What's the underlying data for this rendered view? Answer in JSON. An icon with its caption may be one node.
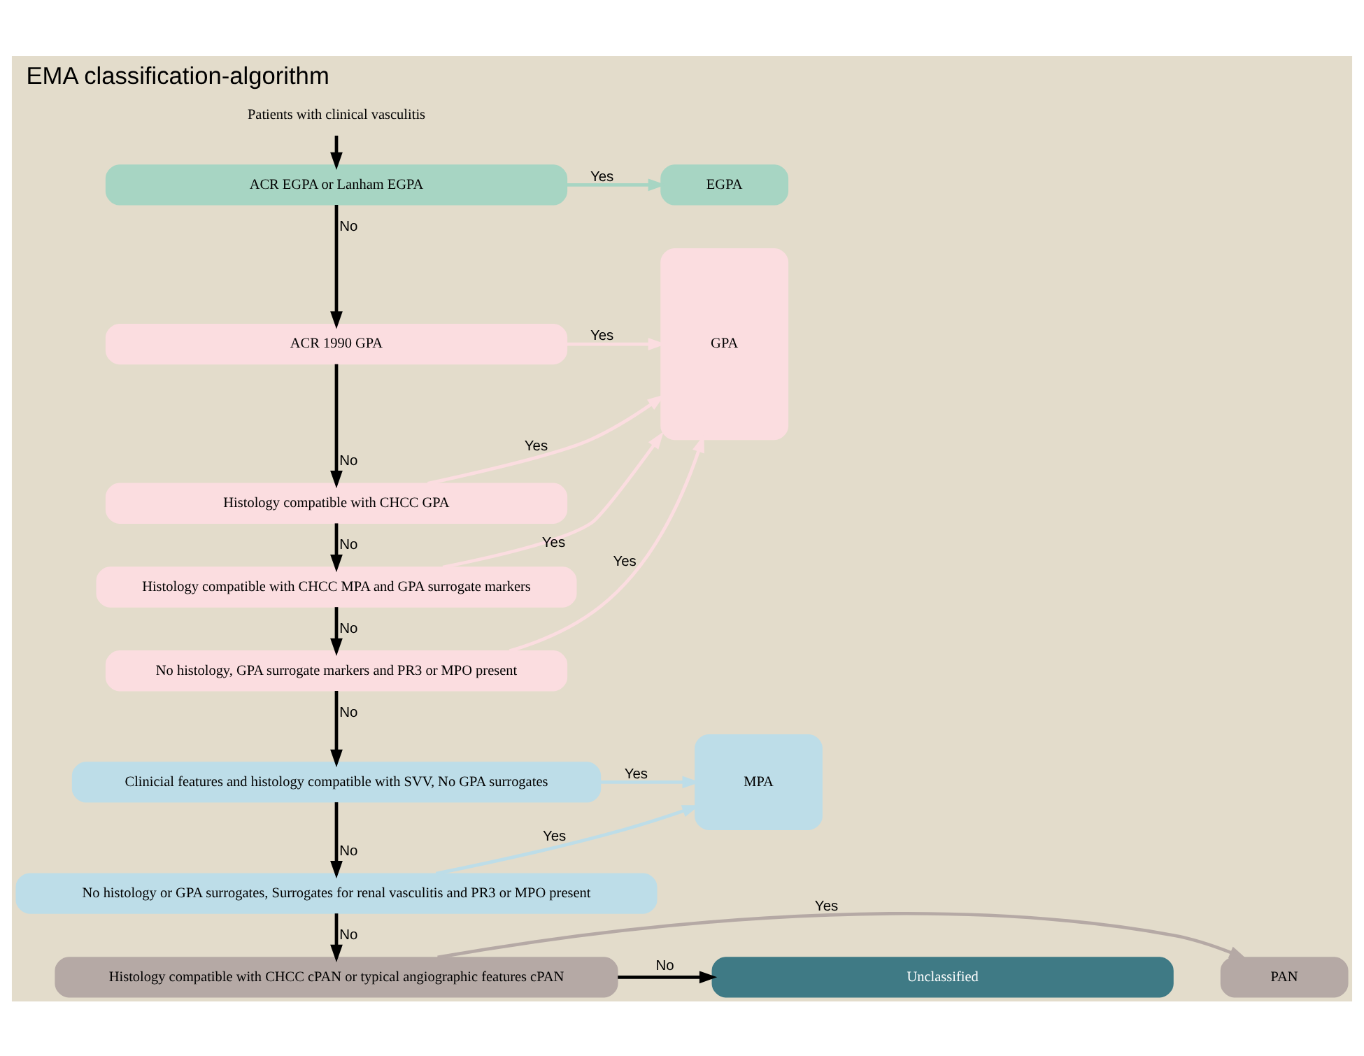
{
  "diagram": {
    "title": "EMA classification-algorithm",
    "nodes": [
      {
        "text": [
          "Patients with clinical vasculitis"
        ]
      },
      {
        "text": [
          "EGPA"
        ]
      },
      {
        "text": [
          "ACR EGPA or Lanham EGPA"
        ]
      },
      {
        "text": [
          "GPA"
        ]
      },
      {
        "text": [
          "ACR 1990 GPA"
        ]
      },
      {
        "text": [
          "Histology compatible with CHCC GPA"
        ]
      },
      {
        "text": [
          "Histology compatible with CHCC MPA and GPA surrogate markers"
        ]
      },
      {
        "text": [
          "No histology, GPA surrogate markers and PR3 or MPO present"
        ]
      },
      {
        "text": [
          "MPA"
        ]
      },
      {
        "text": [
          "Clinicial features and histology compatible with SVV, No GPA surrogates"
        ]
      },
      {
        "text": [
          "No histology or GPA surrogates, Surrogates for renal vasculitis and PR3 or MPO present"
        ]
      },
      {
        "text": [
          "PAN"
        ]
      },
      {
        "text": [
          "Histology compatible with CHCC cPAN or typical angiographic features cPAN"
        ]
      },
      {
        "text": [
          "Unclassified"
        ]
      }
    ],
    "edges": [
      {
        "from": 0,
        "to": 2,
        "arrow": "to"
      },
      {
        "from": 2,
        "to": 1,
        "arrow": "to",
        "label": "Yes",
        "color": "#a7d5c3"
      },
      {
        "from": 2,
        "to": 4,
        "arrow": "to",
        "label": "No"
      },
      {
        "from": 4,
        "to": 3,
        "arrow": "to",
        "label": "Yes",
        "color": "#fbdde0"
      },
      {
        "from": 4,
        "to": 5,
        "arrow": "to",
        "label": "No"
      },
      {
        "from": 5,
        "to": 3,
        "arrow": "to",
        "label": "Yes",
        "color": "#fbdde0"
      },
      {
        "from": 5,
        "to": 6,
        "arrow": "to",
        "label": "No"
      },
      {
        "from": 6,
        "to": 3,
        "arrow": "to",
        "label": "Yes",
        "color": "#fbdde0"
      },
      {
        "from": 6,
        "to": 7,
        "arrow": "to",
        "label": "No"
      },
      {
        "from": 7,
        "to": 3,
        "arrow": "to",
        "label": "Yes",
        "color": "#fbdde0"
      },
      {
        "from": 7,
        "to": 9,
        "arrow": "to",
        "label": "No"
      },
      {
        "from": 9,
        "to": 8,
        "arrow": "to",
        "label": "Yes",
        "color": "#bddde8"
      },
      {
        "from": 9,
        "to": 10,
        "arrow": "to",
        "label": "No"
      },
      {
        "from": 10,
        "to": 8,
        "arrow": "to",
        "label": "Yes",
        "color": "#bddde8"
      },
      {
        "from": 10,
        "to": 12,
        "arrow": "to",
        "label": "No"
      },
      {
        "from": 12,
        "to": 11,
        "arrow": "to",
        "label": "Yes",
        "color": "#b5a9a5"
      },
      {
        "from": 12,
        "to": 13,
        "arrow": "to",
        "label": "No"
      }
    ]
  }
}
